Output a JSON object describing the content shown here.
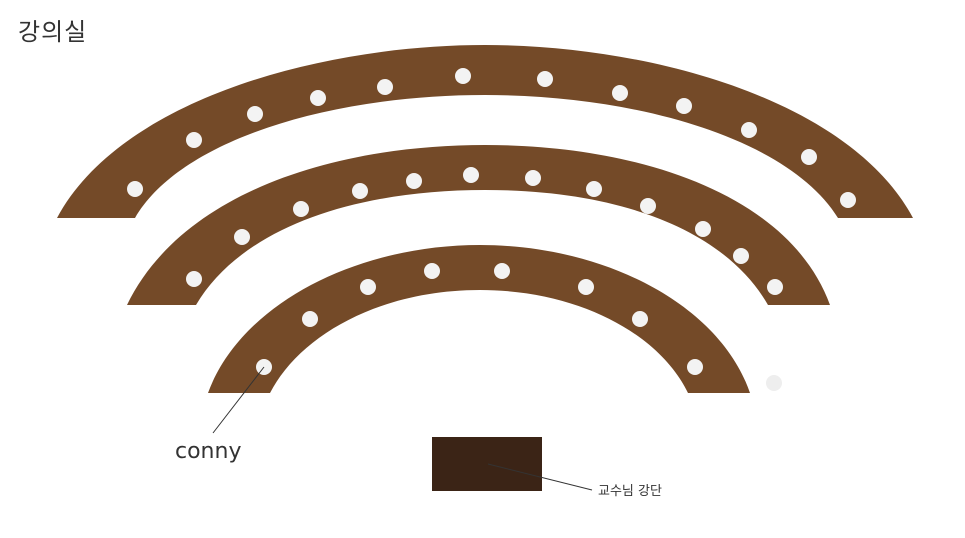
{
  "title": "강의실",
  "labels": {
    "student": "conny",
    "podium": "교수님 강단"
  },
  "colors": {
    "row": "#744a28",
    "seat": "#f3f3f3",
    "empty_seat": "#eeeeee",
    "podium": "#3b2416",
    "leader": "#333333",
    "title": "#333333"
  },
  "seating": {
    "rows": [
      {
        "name": "back-row",
        "seat_count": 13
      },
      {
        "name": "middle-row",
        "seat_count": 13
      },
      {
        "name": "front-row",
        "seat_count": 9
      }
    ],
    "extra_seats": 1
  }
}
